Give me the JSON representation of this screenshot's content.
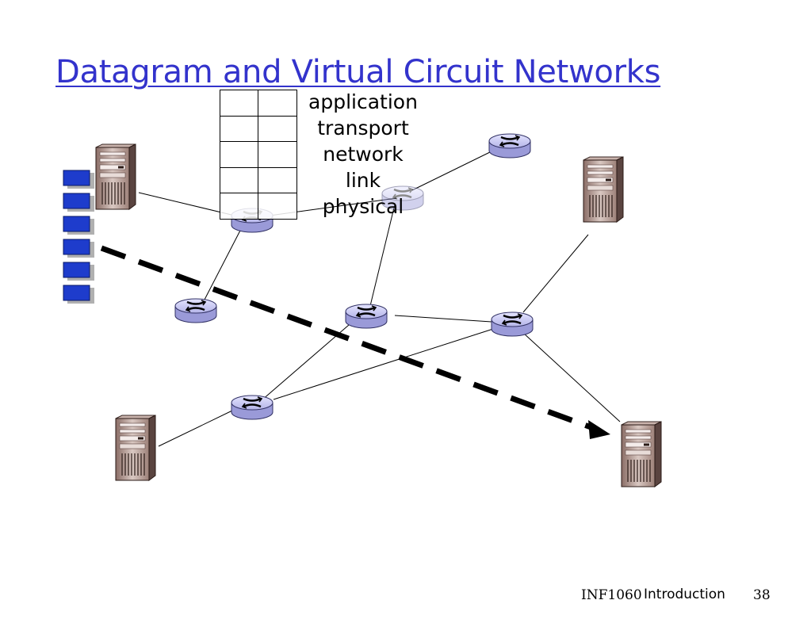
{
  "slide": {
    "title": "Datagram and Virtual Circuit Networks",
    "protocol_stack": {
      "layers": [
        "application",
        "transport",
        "network",
        "link",
        "physical"
      ]
    },
    "footer": {
      "course": "INF1060",
      "topic": "Introduction",
      "page_number": "38"
    }
  },
  "colors": {
    "title": "#3333cc",
    "router_fill": "#c8c8f0",
    "packet_fill": "#1e3ccc",
    "packet_shadow": "#b0b0b0",
    "arrow": "#000000"
  },
  "icons": [
    "server-icon",
    "router-icon",
    "packet-icon",
    "dashed-arrow"
  ]
}
